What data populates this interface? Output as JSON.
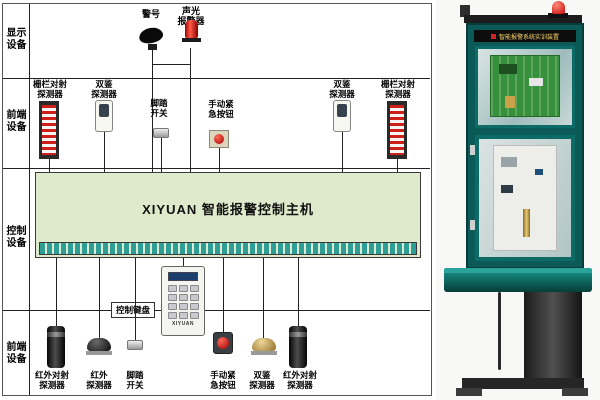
{
  "diagram": {
    "side_labels": [
      "显示\n设备",
      "前端\n设备",
      "控制\n设备",
      "前端\n设备"
    ],
    "alarm_row": {
      "siren_label": "警号",
      "strobe_label": "声光\n报警器"
    },
    "front_top": {
      "fence_left": "栅栏对射\n探测器",
      "pir_left": "双鉴\n探测器",
      "foot_switch": "脚踏\n开关",
      "emergency": "手动紧\n急按钮",
      "pir_right": "双鉴\n探测器",
      "fence_right": "栅栏对射\n探测器"
    },
    "host_title": "XIYUAN 智能报警控制主机",
    "keypad": {
      "label": "控制键盘",
      "brand": "XIYUAN"
    },
    "front_bottom": [
      "红外对射\n探测器",
      "红外\n探测器",
      "脚踏\n开关",
      "手动紧\n急按钮",
      "双鉴\n探测器",
      "红外对射\n探测器"
    ]
  },
  "photo": {
    "panel_title": "智能报警系统实训装置"
  },
  "colors": {
    "host_bg": "#dfe9cb",
    "cabinet_teal": "#0b5a57",
    "beacon_red": "#c40808",
    "pcb_green": "#37913c"
  }
}
